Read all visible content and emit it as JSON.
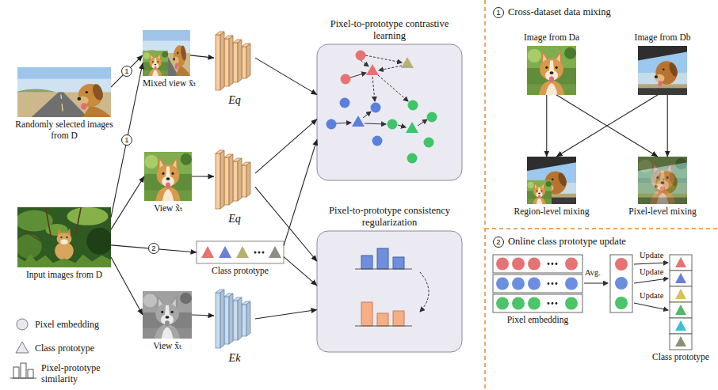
{
  "diagram": {
    "nodes": [
      {
        "text": [
          "Randomly selected images from D"
        ]
      },
      {
        "text": [
          "Input images from D"
        ]
      },
      {
        "text": [
          "Mixed view x̄ₜ"
        ]
      },
      {
        "text": [
          "View x̃ₜ"
        ]
      },
      {
        "text": [
          "View x̂ₜ"
        ]
      },
      {
        "text": [
          "Eq"
        ]
      },
      {
        "text": [
          "Eq"
        ]
      },
      {
        "text": [
          "Ek"
        ]
      },
      {
        "text": [
          "Class prototype"
        ]
      },
      {
        "text": [
          "Pixel-to-prototype contrastive learning"
        ]
      },
      {
        "text": [
          "Pixel-to-prototype consistency regularization"
        ]
      },
      {
        "text": [
          "Image from Da"
        ]
      },
      {
        "text": [
          "Image from Db"
        ]
      },
      {
        "text": [
          "Region-level mixing"
        ]
      },
      {
        "text": [
          "Pixel-level mixing"
        ]
      },
      {
        "text": [
          "Pixel embedding"
        ]
      },
      {
        "text": [
          "Class prototype"
        ]
      }
    ],
    "edges": [
      {
        "from": 0,
        "to": 2,
        "arrow": "to",
        "label": "1"
      },
      {
        "from": 1,
        "to": 2,
        "arrow": "to",
        "label": "1"
      },
      {
        "from": 1,
        "to": 3,
        "arrow": "to"
      },
      {
        "from": 1,
        "to": 8,
        "arrow": "to",
        "label": "2"
      },
      {
        "from": 1,
        "to": 4,
        "arrow": "to"
      },
      {
        "from": 2,
        "to": 5,
        "arrow": "to"
      },
      {
        "from": 3,
        "to": 6,
        "arrow": "to"
      },
      {
        "from": 4,
        "to": 7,
        "arrow": "to"
      },
      {
        "from": 5,
        "to": 9,
        "arrow": "to"
      },
      {
        "from": 6,
        "to": 9,
        "arrow": "to"
      },
      {
        "from": 8,
        "to": 9,
        "arrow": "to"
      },
      {
        "from": 6,
        "to": 10,
        "arrow": "to"
      },
      {
        "from": 8,
        "to": 10,
        "arrow": "to"
      },
      {
        "from": 7,
        "to": 10,
        "arrow": "to"
      },
      {
        "from": 11,
        "to": 13,
        "arrow": "to"
      },
      {
        "from": 11,
        "to": 14,
        "arrow": "to"
      },
      {
        "from": 12,
        "to": 13,
        "arrow": "to"
      },
      {
        "from": 12,
        "to": 14,
        "arrow": "to"
      }
    ],
    "labels": [
      "1",
      "Cross-dataset data mixing",
      "2",
      "Online class prototype update",
      "Avg.",
      "Update",
      "Update",
      "Update"
    ],
    "legend": [
      {
        "text": "Pixel embedding"
      },
      {
        "text": "Class prototype"
      },
      {
        "text": "Pixel-prototype similarity"
      }
    ]
  }
}
